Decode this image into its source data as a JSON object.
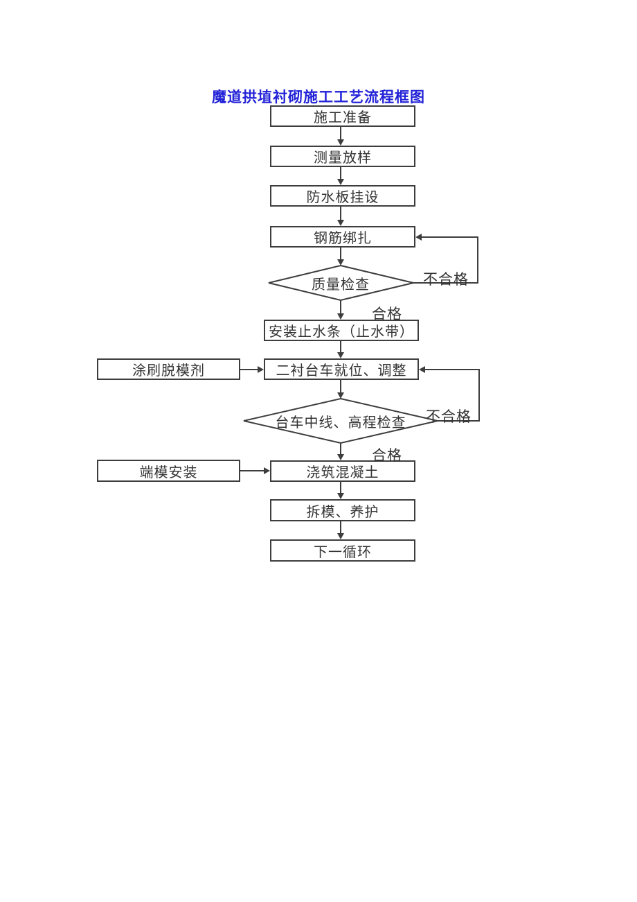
{
  "title": "魔道拱埴衬砌施工工艺流程框图",
  "colors": {
    "background": "#ffffff",
    "stroke": "#3d3d3d",
    "text": "#333333",
    "title": "#2222d8"
  },
  "flowchart": {
    "main_nodes": [
      {
        "label": "施工准备",
        "type": "process"
      },
      {
        "label": "测量放样",
        "type": "process"
      },
      {
        "label": "防水板挂设",
        "type": "process"
      },
      {
        "label": "钢筋绑扎",
        "type": "process"
      },
      {
        "label": "质量检查",
        "type": "decision"
      },
      {
        "label": "安装止水条（止水带）",
        "type": "process"
      },
      {
        "label": "二衬台车就位、调整",
        "type": "process"
      },
      {
        "label": "台车中线、高程检查",
        "type": "decision"
      },
      {
        "label": "浇筑混凝土",
        "type": "process"
      },
      {
        "label": "拆模、养护",
        "type": "process"
      },
      {
        "label": "下一循环",
        "type": "process"
      }
    ],
    "side_nodes": [
      {
        "label": "涂刷脱模剂",
        "target": "二衬台车就位、调整"
      },
      {
        "label": "端模安装",
        "target": "浇筑混凝土"
      }
    ],
    "edge_labels": [
      {
        "text": "不合格"
      },
      {
        "text": "合格"
      },
      {
        "text": "不合格"
      },
      {
        "text": "合格"
      }
    ]
  }
}
